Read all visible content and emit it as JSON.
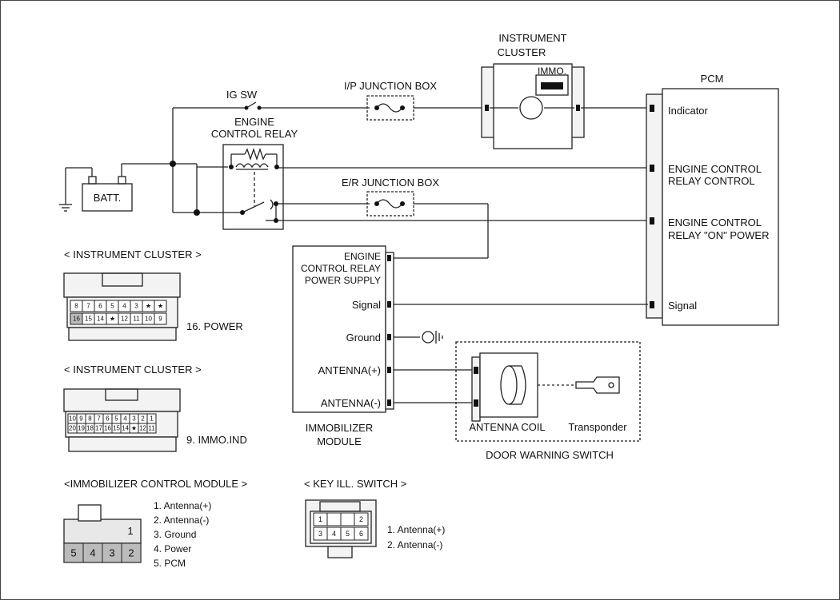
{
  "batt": "BATT.",
  "ig_sw": "IG SW",
  "ecr": [
    "ENGINE",
    "CONTROL RELAY"
  ],
  "ip_jb": "I/P JUNCTION BOX",
  "er_jb": "E/R JUNCTION BOX",
  "cluster": [
    "INSTRUMENT",
    "CLUSTER"
  ],
  "immo_tag": "IMMO.",
  "pcm": {
    "title": "PCM",
    "indicator": "Indicator",
    "erc": [
      "ENGINE CONTROL",
      "RELAY CONTROL"
    ],
    "eron": [
      "ENGINE CONTROL",
      "RELAY \"ON\" POWER"
    ],
    "signal": "Signal"
  },
  "immo": {
    "supply": [
      "ENGINE",
      "CONTROL RELAY",
      "POWER SUPPLY"
    ],
    "signal": "Signal",
    "ground": "Ground",
    "ant_p": "ANTENNA(+)",
    "ant_m": "ANTENNA(-)",
    "title": [
      "IMMOBILIZER",
      "MODULE"
    ]
  },
  "dws": {
    "coil": "ANTENNA COIL",
    "transponder": "Transponder",
    "title": "DOOR WARNING SWITCH"
  },
  "conn1": {
    "title": "< INSTRUMENT CLUSTER >",
    "row1": [
      "8",
      "7",
      "6",
      "5",
      "4",
      "3",
      "★",
      "★"
    ],
    "row2": [
      "16",
      "15",
      "14",
      "★",
      "12",
      "11",
      "10",
      "9"
    ],
    "label": "16. POWER"
  },
  "conn2": {
    "title": "< INSTRUMENT CLUSTER >",
    "row1": [
      "10",
      "9",
      "8",
      "7",
      "6",
      "5",
      "4",
      "3",
      "2",
      "1"
    ],
    "row2": [
      "20",
      "19",
      "18",
      "17",
      "16",
      "15",
      "14",
      "★",
      "12",
      "11"
    ],
    "label": "9. IMMO.IND"
  },
  "conn3": {
    "title": "<IMMOBILIZER CONTROL MODULE >",
    "top": "1",
    "bottom": [
      "5",
      "4",
      "3",
      "2"
    ],
    "pins": [
      "1. Antenna(+)",
      "2. Antenna(-)",
      "3. Ground",
      "4. Power",
      "5. PCM"
    ]
  },
  "conn4": {
    "title": "< KEY ILL. SWITCH >",
    "row1": [
      "1",
      "",
      "",
      "2"
    ],
    "row2": [
      "3",
      "4",
      "5",
      "6"
    ],
    "pins": [
      "1. Antenna(+)",
      "2. Antenna(-)"
    ]
  }
}
